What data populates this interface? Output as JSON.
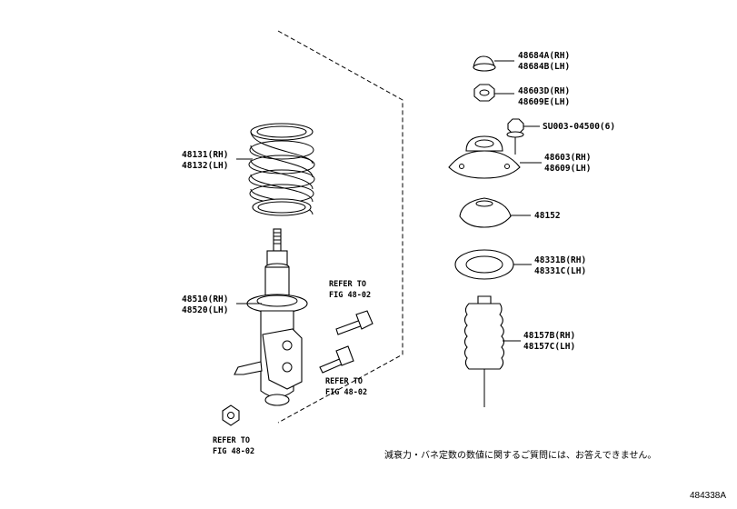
{
  "labels": {
    "spring_rh": "48131(RH)",
    "spring_lh": "48132(LH)",
    "strut_rh": "48510(RH)",
    "strut_lh": "48520(LH)",
    "cap_rh": "48684A(RH)",
    "cap_lh": "48684B(LH)",
    "nut_rh": "48603D(RH)",
    "nut_lh": "48609E(LH)",
    "flange_nut": "SU003-04500(6)",
    "support_rh": "48603(RH)",
    "support_lh": "48609(LH)",
    "seat": "48152",
    "insulator_rh": "48331B(RH)",
    "insulator_lh": "48331C(LH)",
    "bumper_rh": "48157B(RH)",
    "bumper_lh": "48157C(LH)"
  },
  "refs": [
    {
      "line1": "REFER TO",
      "line2": "FIG 48-02"
    },
    {
      "line1": "REFER TO",
      "line2": "FIG 48-02"
    },
    {
      "line1": "REFER TO",
      "line2": "FIG 48-02"
    }
  ],
  "note": "減衰力・バネ定数の数値に関するご質問には、お答えできません。",
  "figure_id": "484338A"
}
